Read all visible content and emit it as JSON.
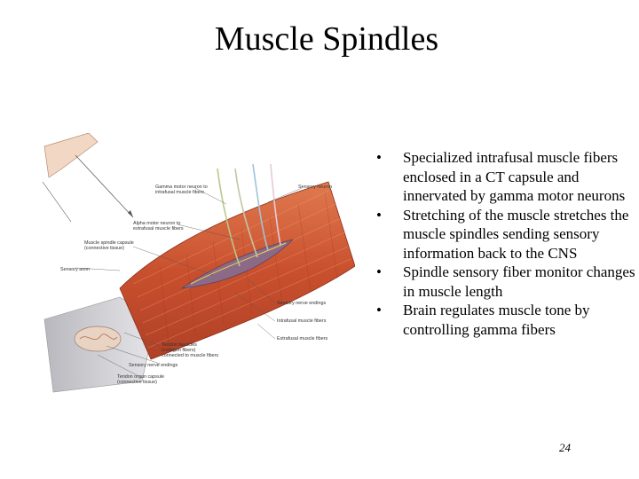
{
  "title": "Muscle Spindles",
  "bullets": [
    "Specialized intrafusal muscle fibers enclosed in a CT capsule and innervated by gamma motor neurons",
    "Stretching of the muscle stretches the muscle spindles sending sensory information back to the CNS",
    "Spindle sensory fiber monitor changes in muscle length",
    "Brain regulates muscle tone by controlling gamma fibers"
  ],
  "bullet_symbol": "•",
  "page_number": "24",
  "figure": {
    "labels": {
      "gamma_motor": [
        "Gamma motor neuron to",
        "intrafusal muscle fibers"
      ],
      "sensory_neuron": "Sensory neuron",
      "alpha_motor": [
        "Alpha motor neuron to",
        "extrafusal muscle fibers"
      ],
      "spindle_capsule": [
        "Muscle spindle capsule",
        "(connective tissue)"
      ],
      "sensory_axon": "Sensory axon",
      "sensory_endings": "Sensory nerve endings",
      "intrafusal": "Intrafusal muscle fibers",
      "extrafusal": "Extrafusal muscle fibers",
      "tendon_fascicles": [
        "Tendon fascicles",
        "(collagen fibers)",
        "connected to muscle fibers"
      ],
      "sensory_nerve_endings_2": "Sensory nerve endings",
      "tendon_capsule": [
        "Tendon organ capsule",
        "(connective tissue)"
      ]
    },
    "colors": {
      "muscle": "#c9502e",
      "muscle_light": "#e07a4f",
      "tendon": "#d9d9dc",
      "nerve_gamma": "#b7c98a",
      "nerve_sensory": "#9fc3d8",
      "spindle": "#8a6a86"
    }
  }
}
